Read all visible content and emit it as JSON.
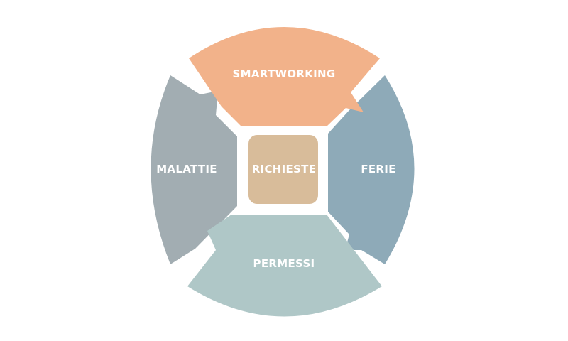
{
  "diagram": {
    "center": {
      "label": "RICHIESTE",
      "color": "#d8bc9a"
    },
    "segments": {
      "top": {
        "label": "SMARTWORKING",
        "color": "#f2b28a"
      },
      "right": {
        "label": "FERIE",
        "color": "#8eaab8"
      },
      "bottom": {
        "label": "PERMESSI",
        "color": "#afc7c7"
      },
      "left": {
        "label": "MALATTIE",
        "color": "#a2adb2"
      }
    }
  }
}
